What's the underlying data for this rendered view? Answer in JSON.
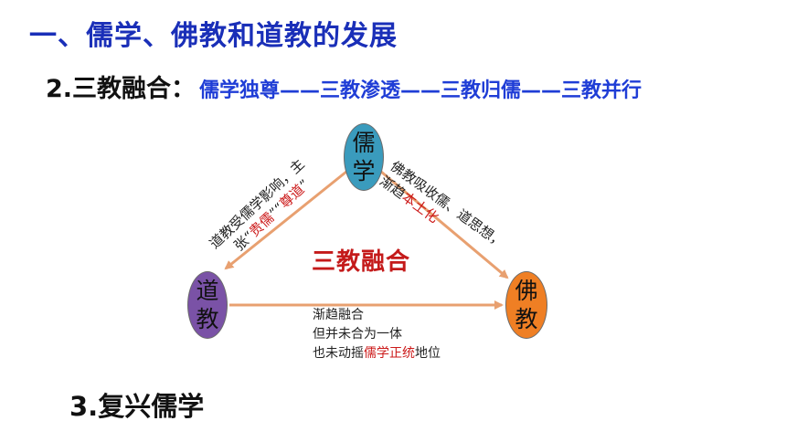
{
  "slide": {
    "title": "一、儒学、佛教和道教的发展",
    "section2": {
      "label": "2.三教融合：",
      "detail": "儒学独尊——三教渗透——三教归儒——三教并行"
    },
    "section3": {
      "label": "3.复兴儒学"
    }
  },
  "diagram": {
    "center_label": "三教融合",
    "nodes": {
      "ru": [
        "儒",
        "学"
      ],
      "dao": [
        "道",
        "教"
      ],
      "fo": [
        "佛",
        "教"
      ]
    },
    "left_edge": {
      "line1": "道教受儒学影响，主",
      "line2_prefix": "张“",
      "line2_hl1": "贵儒",
      "line2_mid": "”“",
      "line2_hl2": "尊道",
      "line2_suffix": "”"
    },
    "right_edge": {
      "line1": "佛教吸收儒、道思想，",
      "line2_prefix": "渐趋",
      "line2_hl": "本土化"
    },
    "bottom_edge": {
      "line1": "渐趋融合",
      "line2": "但并未合为一体",
      "line3_prefix": "也未动摇",
      "line3_hl": "儒学正统",
      "line3_suffix": "地位"
    },
    "colors": {
      "ru": "#3a9bbd",
      "dao": "#7a52a6",
      "fo": "#ef7f24",
      "arrow": "#e8a070",
      "center": "#c41a1a",
      "highlight": "#cc1a1a",
      "title": "#1a2fb8",
      "detail": "#1f3dd6"
    }
  }
}
